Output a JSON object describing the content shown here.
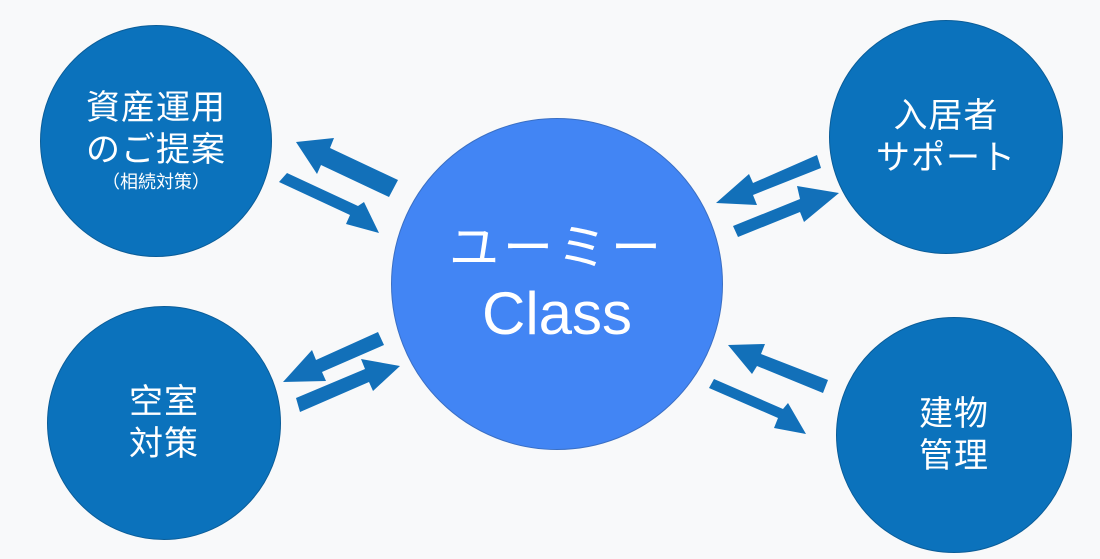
{
  "center": {
    "line1": "ユーミー",
    "line2": "Class"
  },
  "nodes": {
    "top_left": {
      "line1": "資産運用",
      "line2": "のご提案",
      "sub": "（相続対策）"
    },
    "bottom_left": {
      "line1": "空室",
      "line2": "対策"
    },
    "top_right": {
      "line1": "入居者",
      "line2": "サポート"
    },
    "bottom_right": {
      "line1": "建物",
      "line2": "管理"
    }
  },
  "colors": {
    "background": "#f8f9fa",
    "node_fill": "#0b72bc",
    "center_fill": "#4285f4",
    "arrow_fill": "#1270b9"
  }
}
